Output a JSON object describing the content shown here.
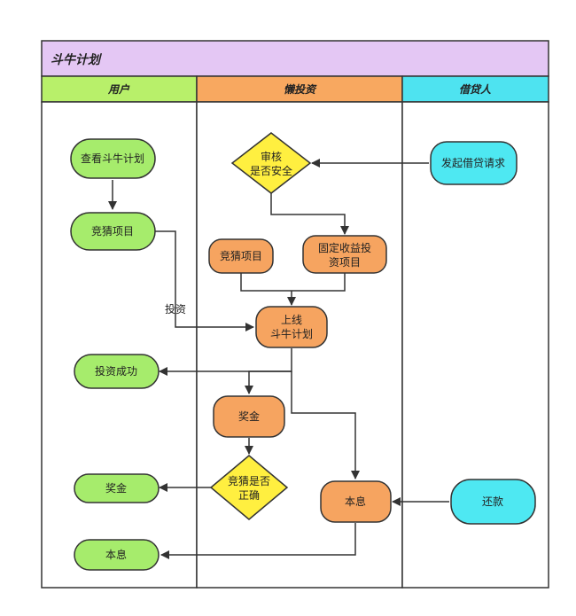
{
  "diagram": {
    "title": "斗牛计划",
    "lanes": [
      {
        "id": "user",
        "label": "用户",
        "color": "#b8f06a"
      },
      {
        "id": "lanyt",
        "label": "懒投资",
        "color": "#f8a860"
      },
      {
        "id": "borrower",
        "label": "借贷人",
        "color": "#4ee3f0"
      }
    ],
    "colors": {
      "header": "#e4c7f4",
      "green": "#a6ec6c",
      "orange": "#f6a460",
      "cyan": "#4ee8f2",
      "yellow": "#ffef40",
      "border": "#333333"
    },
    "nodes": {
      "view_plan": "查看斗牛计划",
      "user_guess": "竞猜项目",
      "invest_success": "投资成功",
      "user_bonus": "奖金",
      "user_principal": "本息",
      "review": [
        "审核",
        "是否安全"
      ],
      "guess_project": "竞猜项目",
      "fixed_income": [
        "固定收益投",
        "资项目"
      ],
      "launch": [
        "上线",
        "斗牛计划"
      ],
      "bonus": "奖金",
      "guess_correct": [
        "竞猜是否",
        "正确"
      ],
      "principal": "本息",
      "borrow_request": "发起借贷请求",
      "repay": "还款"
    },
    "edge_labels": {
      "invest": "投资"
    }
  }
}
